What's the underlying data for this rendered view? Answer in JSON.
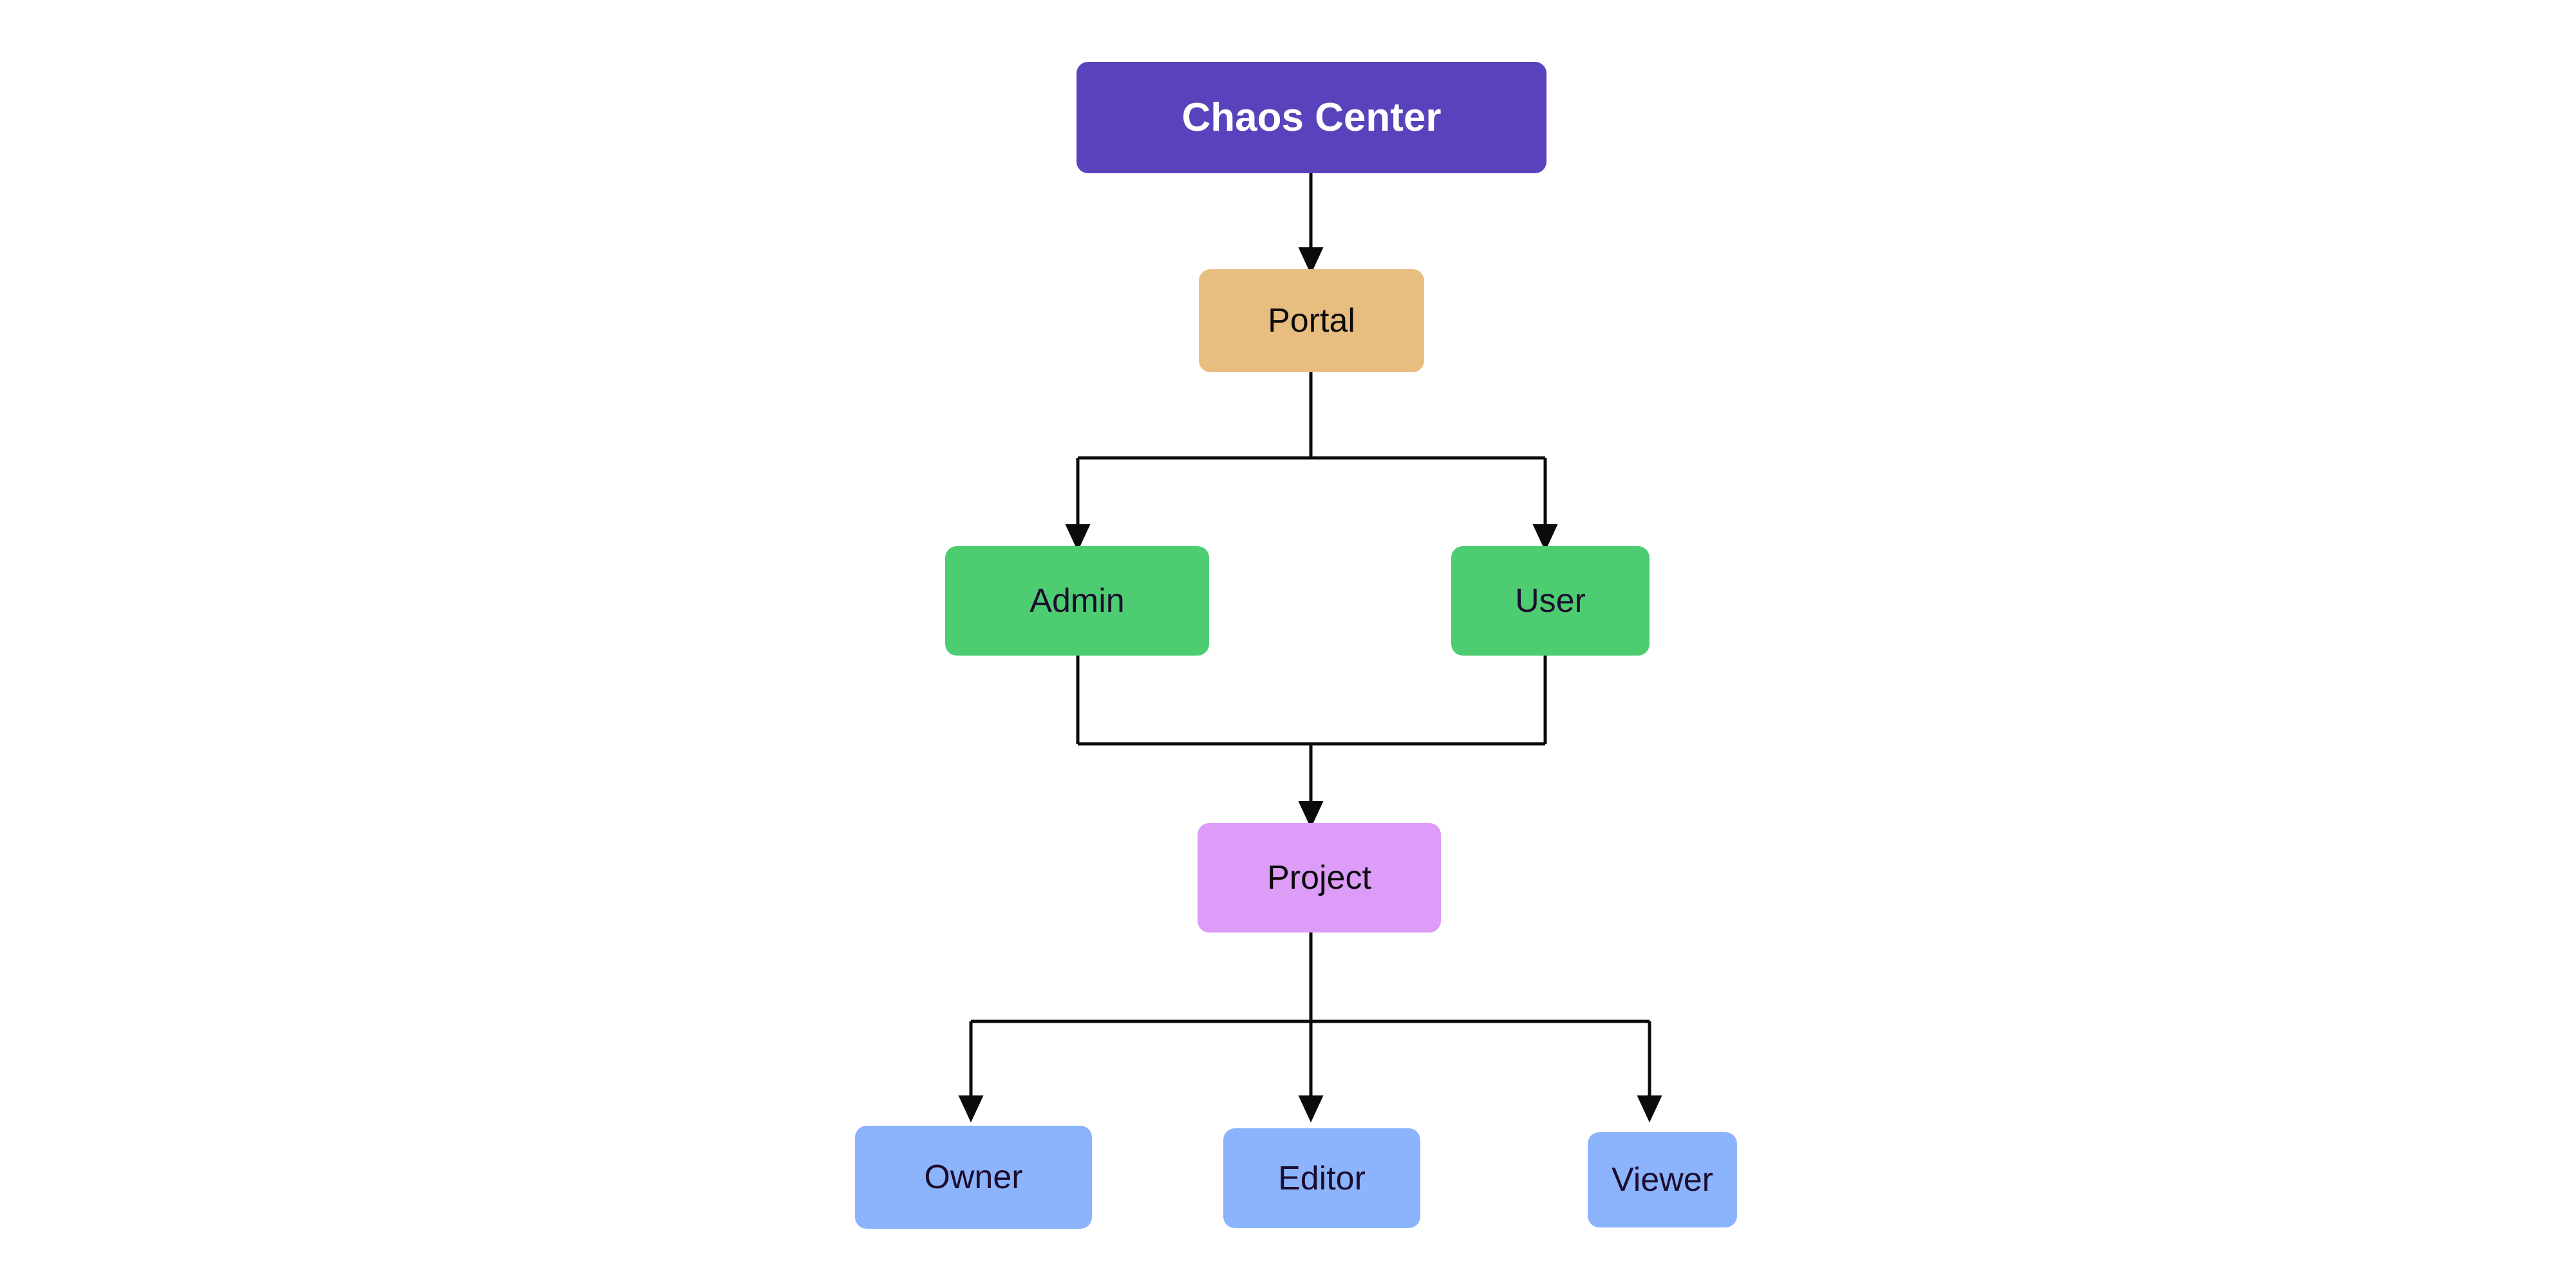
{
  "diagram": {
    "type": "flowchart",
    "orientation": "top-down",
    "background_color": "#ffffff",
    "edge_color": "#0B0B0B",
    "nodes": [
      {
        "id": "chaos-center",
        "label": "Chaos Center",
        "fill": "#5942BC",
        "text_color": "#FFFFFF",
        "level": 0
      },
      {
        "id": "portal",
        "label": "Portal",
        "fill": "#E8BE80",
        "text_color": "#0B0B0B",
        "level": 1
      },
      {
        "id": "admin",
        "label": "Admin",
        "fill": "#4ECC72",
        "text_color": "#1C0D2E",
        "level": 2
      },
      {
        "id": "user",
        "label": "User",
        "fill": "#4ECC72",
        "text_color": "#1C0D2E",
        "level": 2
      },
      {
        "id": "project",
        "label": "Project",
        "fill": "#DC9CF8",
        "text_color": "#0B0B0B",
        "level": 3
      },
      {
        "id": "owner",
        "label": "Owner",
        "fill": "#8CB4FC",
        "text_color": "#1C0D2E",
        "level": 4
      },
      {
        "id": "editor",
        "label": "Editor",
        "fill": "#8CB4FC",
        "text_color": "#1C0D2E",
        "level": 4
      },
      {
        "id": "viewer",
        "label": "Viewer",
        "fill": "#8CB4FC",
        "text_color": "#1C0D2E",
        "level": 4
      }
    ],
    "edges": [
      {
        "from": "chaos-center",
        "to": "portal",
        "label": "",
        "style": "solid-arrow"
      },
      {
        "from": "portal",
        "to": "admin",
        "label": "",
        "style": "solid-arrow"
      },
      {
        "from": "portal",
        "to": "user",
        "label": "",
        "style": "solid-arrow"
      },
      {
        "from": "admin",
        "to": "project",
        "label": "",
        "style": "solid-arrow"
      },
      {
        "from": "user",
        "to": "project",
        "label": "",
        "style": "solid-arrow"
      },
      {
        "from": "project",
        "to": "owner",
        "label": "",
        "style": "solid-arrow"
      },
      {
        "from": "project",
        "to": "editor",
        "label": "",
        "style": "solid-arrow"
      },
      {
        "from": "project",
        "to": "viewer",
        "label": "",
        "style": "solid-arrow"
      }
    ]
  }
}
